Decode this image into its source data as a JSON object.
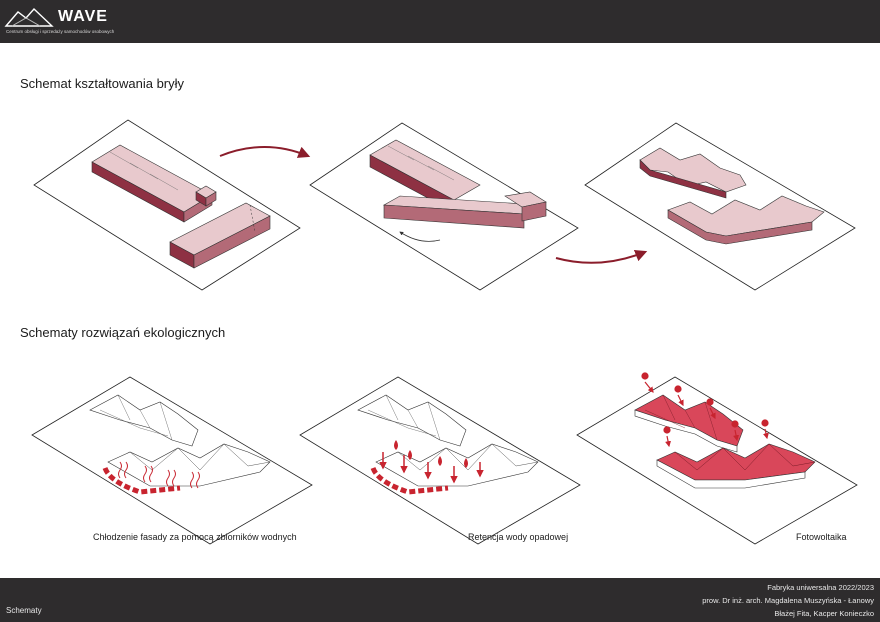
{
  "header": {
    "logo": "WAVE",
    "logo_subtitle": "Centrum obsługi i sprzedaży samochodów osobowych"
  },
  "sections": {
    "massing_title": "Schemat kształtowania bryły",
    "eco_title": "Schematy rozwiązań ekologicznych"
  },
  "captions": {
    "cooling": "Chłodzenie fasady za pomocą zbiorników wodnych",
    "retention": "Retencja wody opadowej",
    "pv": "Fotowoltaika"
  },
  "footer": {
    "page_name": "Schematy",
    "line1": "Fabryka uniwersalna  2022/2023",
    "line2": "prow. Dr inż. arch. Magdalena Muszyńska - Łanowy",
    "line3": "Błażej Fita, Kacper Konieczko"
  },
  "colors": {
    "bar": "#2e2c2d",
    "accent": "#8b1d2b",
    "roof": "#e8c9cd",
    "wall": "#b36a77",
    "dark_wall": "#8e3143",
    "bright_red": "#c8242f"
  }
}
